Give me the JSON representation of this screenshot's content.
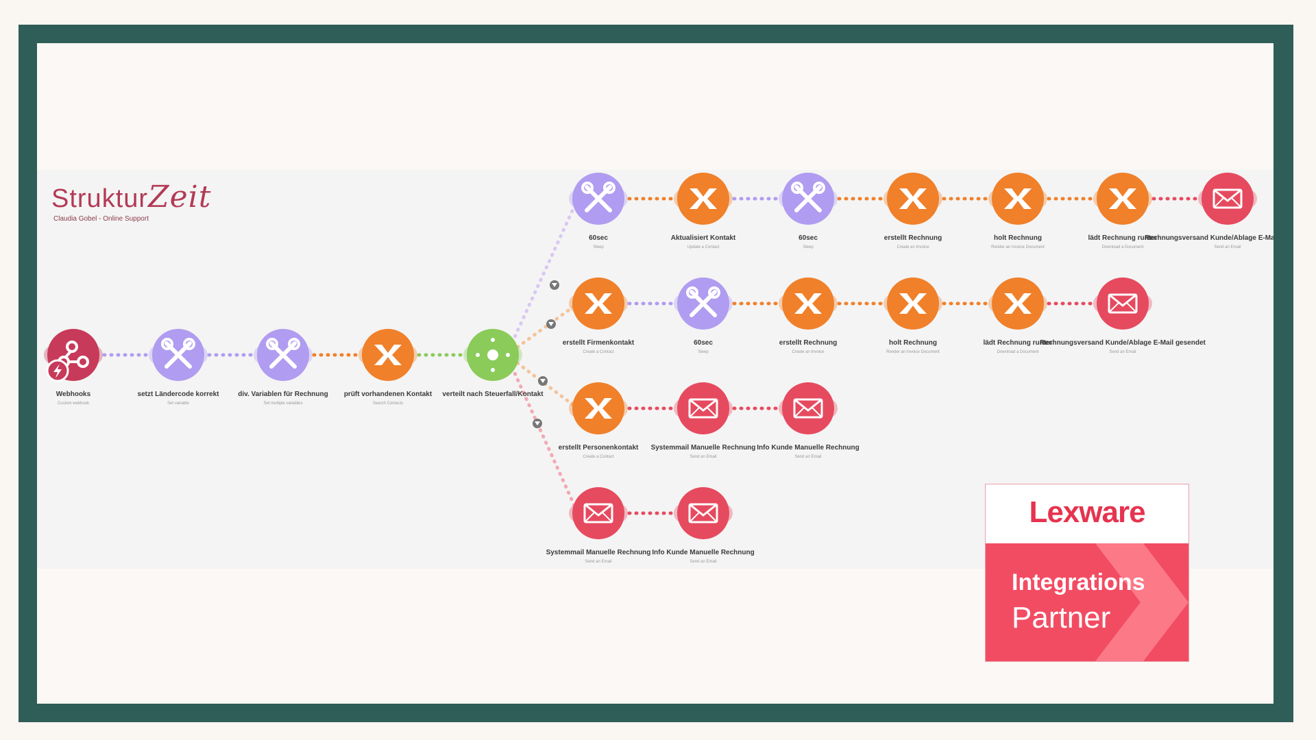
{
  "logo": {
    "text_main": "Struktur",
    "text_script": "Zeit",
    "subtitle": "Claudia Gobel - Online Support"
  },
  "badge": {
    "brand": "Lexware",
    "line1": "Integrations",
    "line2": "Partner"
  },
  "colors": {
    "frame": "#2e5e57",
    "purple": "#b09cf0",
    "orange": "#f0802a",
    "red": "#e64a5f",
    "webhook": "#c73a5a",
    "router": "#8acb5a"
  },
  "scenario": {
    "main": [
      {
        "label": "Webhooks",
        "sub": "Custom webhook",
        "type": "webhook"
      },
      {
        "label": "setzt Ländercode korrekt",
        "sub": "Set variable",
        "type": "tools"
      },
      {
        "label": "div. Variablen für Rechnung",
        "sub": "Set multiple variables",
        "type": "tools"
      },
      {
        "label": "prüft vorhandenen Kontakt",
        "sub": "Search Contacts",
        "type": "lexware"
      },
      {
        "label": "verteilt nach Steuerfall/Kontakt",
        "sub": "",
        "type": "router"
      }
    ],
    "routes": [
      [
        {
          "label": "60sec",
          "sub": "Sleep",
          "type": "tools"
        },
        {
          "label": "Aktualisiert Kontakt",
          "sub": "Update a Contact",
          "type": "lexware"
        },
        {
          "label": "60sec",
          "sub": "Sleep",
          "type": "tools"
        },
        {
          "label": "erstellt Rechnung",
          "sub": "Create an Invoice",
          "type": "lexware"
        },
        {
          "label": "holt Rechnung",
          "sub": "Render an Invoice Document",
          "type": "lexware"
        },
        {
          "label": "lädt Rechnung runter",
          "sub": "Download a Document",
          "type": "lexware"
        },
        {
          "label": "Rechnungsversand Kunde/Ablage E-Mail gesendet",
          "sub": "Send an Email",
          "type": "email"
        }
      ],
      [
        {
          "label": "erstellt Firmenkontakt",
          "sub": "Create a Contact",
          "type": "lexware"
        },
        {
          "label": "60sec",
          "sub": "Sleep",
          "type": "tools"
        },
        {
          "label": "erstellt Rechnung",
          "sub": "Create an Invoice",
          "type": "lexware"
        },
        {
          "label": "holt Rechnung",
          "sub": "Render an Invoice Document",
          "type": "lexware"
        },
        {
          "label": "lädt Rechnung runter",
          "sub": "Download a Document",
          "type": "lexware"
        },
        {
          "label": "Rechnungsversand Kunde/Ablage E-Mail gesendet",
          "sub": "Send an Email",
          "type": "email"
        }
      ],
      [
        {
          "label": "erstellt Personenkontakt",
          "sub": "Create a Contact",
          "type": "lexware"
        },
        {
          "label": "Systemmail Manuelle Rechnung",
          "sub": "Send an Email",
          "type": "email"
        },
        {
          "label": "Info Kunde Manuelle Rechnung",
          "sub": "Send an Email",
          "type": "email"
        }
      ],
      [
        {
          "label": "Systemmail Manuelle Rechnung",
          "sub": "Send an Email",
          "type": "email"
        },
        {
          "label": "Info Kunde Manuelle Rechnung",
          "sub": "Send an Email",
          "type": "email"
        }
      ]
    ]
  }
}
